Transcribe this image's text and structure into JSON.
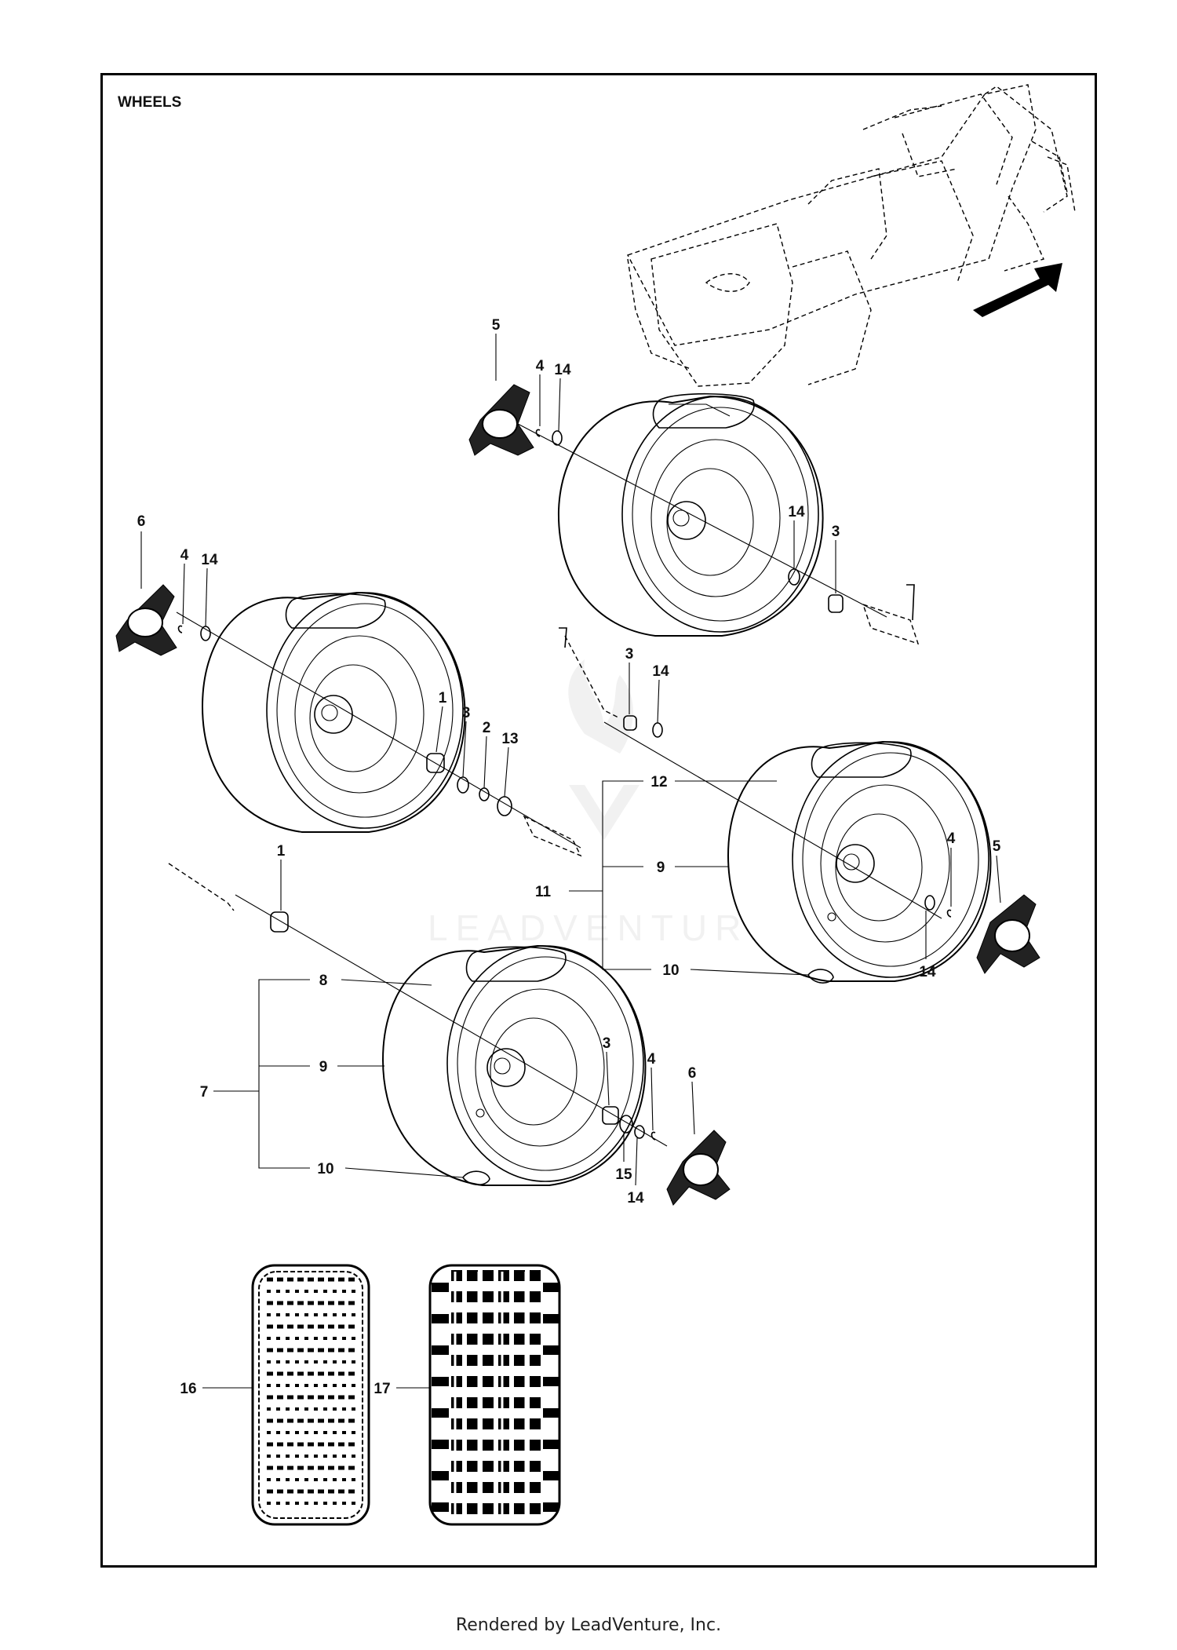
{
  "title": "WHEELS",
  "footer": "Rendered by LeadVenture, Inc.",
  "watermark": "LEADVENTURE",
  "callouts": [
    {
      "id": "c5a",
      "label": "5"
    },
    {
      "id": "c4a",
      "label": "4"
    },
    {
      "id": "c14a",
      "label": "14"
    },
    {
      "id": "c14b",
      "label": "14"
    },
    {
      "id": "c3a",
      "label": "3"
    },
    {
      "id": "c6a",
      "label": "6"
    },
    {
      "id": "c4b",
      "label": "4"
    },
    {
      "id": "c14c",
      "label": "14"
    },
    {
      "id": "c1a",
      "label": "1"
    },
    {
      "id": "c3b",
      "label": "3"
    },
    {
      "id": "c2a",
      "label": "2"
    },
    {
      "id": "c13a",
      "label": "13"
    },
    {
      "id": "c3c",
      "label": "3"
    },
    {
      "id": "c14d",
      "label": "14"
    },
    {
      "id": "c12a",
      "label": "12"
    },
    {
      "id": "c9a",
      "label": "9"
    },
    {
      "id": "c11a",
      "label": "11"
    },
    {
      "id": "c10a",
      "label": "10"
    },
    {
      "id": "c4c",
      "label": "4"
    },
    {
      "id": "c5b",
      "label": "5"
    },
    {
      "id": "c14e",
      "label": "14"
    },
    {
      "id": "c1b",
      "label": "1"
    },
    {
      "id": "c8a",
      "label": "8"
    },
    {
      "id": "c9b",
      "label": "9"
    },
    {
      "id": "c7a",
      "label": "7"
    },
    {
      "id": "c10b",
      "label": "10"
    },
    {
      "id": "c3d",
      "label": "3"
    },
    {
      "id": "c4d",
      "label": "4"
    },
    {
      "id": "c6b",
      "label": "6"
    },
    {
      "id": "c15a",
      "label": "15"
    },
    {
      "id": "c14f",
      "label": "14"
    },
    {
      "id": "c16a",
      "label": "16"
    },
    {
      "id": "c17a",
      "label": "17"
    }
  ],
  "colors": {
    "line": "#000000",
    "background": "#ffffff",
    "watermark": "#e6e6e6"
  }
}
